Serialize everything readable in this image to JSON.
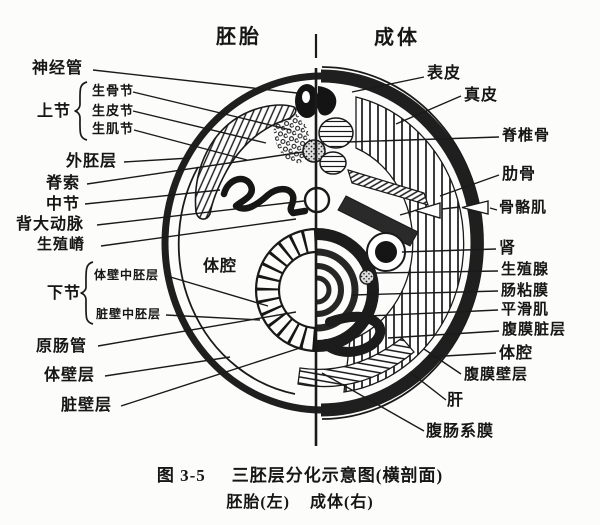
{
  "header": {
    "embryo": "胚胎",
    "adult": "成体"
  },
  "labels": {
    "left": [
      {
        "text": "神经管"
      },
      {
        "text": "上节"
      },
      {
        "text": "生骨节"
      },
      {
        "text": "生皮节"
      },
      {
        "text": "生肌节"
      },
      {
        "text": "外胚层"
      },
      {
        "text": "脊索"
      },
      {
        "text": "中节"
      },
      {
        "text": "背大动脉"
      },
      {
        "text": "生殖嵴"
      },
      {
        "text": "下节"
      },
      {
        "text": "体壁中胚层"
      },
      {
        "text": "脏壁中胚层"
      },
      {
        "text": "原肠管"
      },
      {
        "text": "体壁层"
      },
      {
        "text": "脏壁层"
      }
    ],
    "right": [
      {
        "text": "表皮"
      },
      {
        "text": "真皮"
      },
      {
        "text": "脊椎骨"
      },
      {
        "text": "肋骨"
      },
      {
        "text": "骨骼肌"
      },
      {
        "text": "肾"
      },
      {
        "text": "生殖腺"
      },
      {
        "text": "肠粘膜"
      },
      {
        "text": "平滑肌"
      },
      {
        "text": "腹膜脏层"
      },
      {
        "text": "体腔"
      },
      {
        "text": "腹膜壁层"
      },
      {
        "text": "肝"
      },
      {
        "text": "腹肠系膜"
      }
    ]
  },
  "diagram": {
    "coelom_label": "体腔",
    "ink_color": "#1a1a1a"
  },
  "caption": {
    "figure_no": "图 3-5",
    "title": "三胚层分化示意图(横剖面)",
    "embryo_note": "胚胎(左)",
    "adult_note": "成体(右)"
  }
}
